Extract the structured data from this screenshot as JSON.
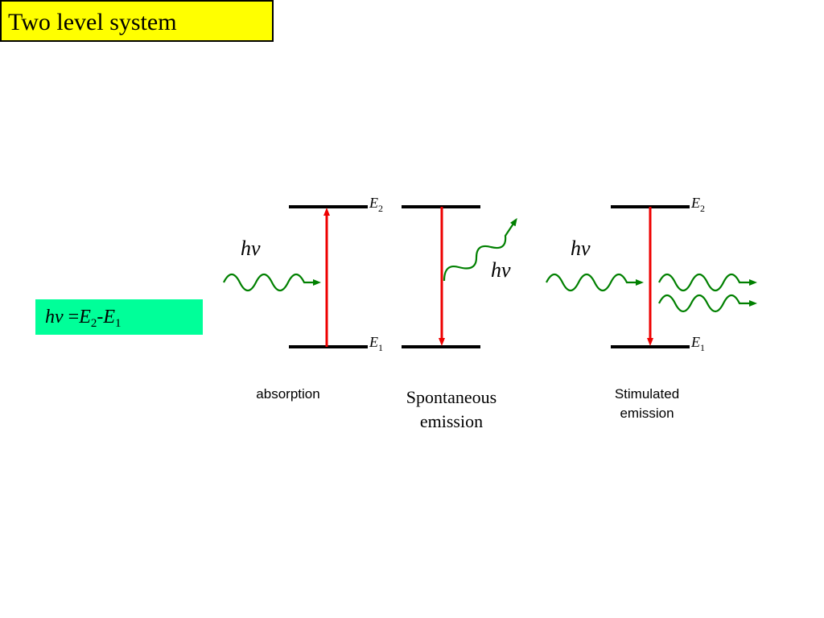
{
  "title": "Two level system",
  "formula": {
    "h": "h",
    "nu": "ν",
    "eq": " =",
    "e2": "E",
    "e2_sub": "2",
    "minus": "-",
    "e1": "E",
    "e1_sub": "1"
  },
  "levels": {
    "upper_letter": "E",
    "upper_sub": "2",
    "lower_letter": "E",
    "lower_sub": "1"
  },
  "photon_label": "hν",
  "captions": {
    "absorption": "absorption",
    "spontaneous_line1": "Spontaneous",
    "spontaneous_line2": "emission",
    "stimulated_line1": "Stimulated",
    "stimulated_line2": "emission"
  },
  "colors": {
    "title_bg": "#ffff00",
    "formula_bg": "#00ff99",
    "level": "#000000",
    "transition": "#ee0000",
    "photon": "#008000"
  },
  "icons": {
    "photon": "wavy-arrow",
    "transition": "straight-arrow"
  }
}
